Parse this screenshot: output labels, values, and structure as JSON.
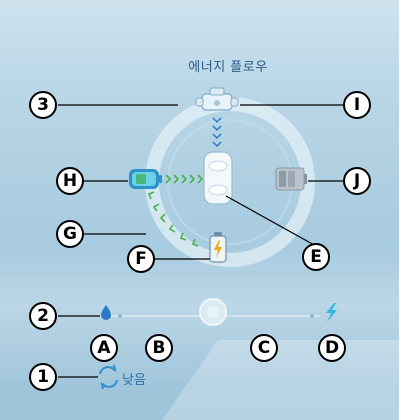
{
  "figure_code": "69102",
  "display": {
    "title": "에너지 플로우",
    "low_label": "낮음"
  },
  "callouts": [
    "1",
    "2",
    "3",
    "A",
    "B",
    "C",
    "D",
    "E",
    "F",
    "G",
    "H",
    "I",
    "J"
  ],
  "colors": {
    "screen_bg": "#b9d6e6",
    "flow_arrow": "#4ab04a",
    "engine_arrow": "#3a7fd0",
    "accent_blue": "#2f6fae",
    "bolt": "#37b6e6",
    "battery_bolt": "#f2a800"
  },
  "icons": {
    "engine": "engine-icon",
    "transmission": "transmission-icon",
    "battery_left": "battery-icon",
    "battery_right": "grey-battery-icon",
    "battery_small": "charging-battery-icon",
    "drop": "water-drop-icon",
    "bolt": "lightning-bolt-icon",
    "low": "recycle-arrows-icon"
  }
}
